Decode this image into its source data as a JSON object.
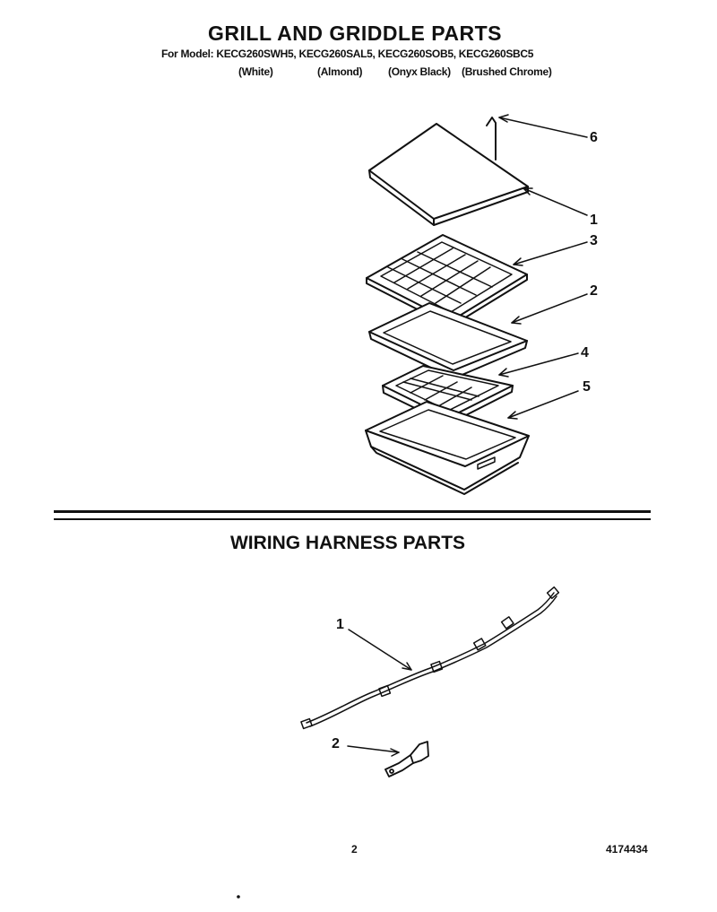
{
  "grill_section": {
    "title": "GRILL AND GRIDDLE PARTS",
    "models_line": "For Model: KECG260SWH5, KECG260SAL5, KECG260SOB5, KECG260SBC5",
    "colors": [
      "(White)",
      "(Almond)",
      "(Onyx Black)",
      "(Brushed Chrome)"
    ],
    "callouts": [
      "6",
      "1",
      "3",
      "2",
      "4",
      "5"
    ]
  },
  "wiring_section": {
    "title": "WIRING HARNESS PARTS",
    "callouts": [
      "1",
      "2"
    ]
  },
  "footer": {
    "page_number": "2",
    "document_number": "4174434"
  }
}
